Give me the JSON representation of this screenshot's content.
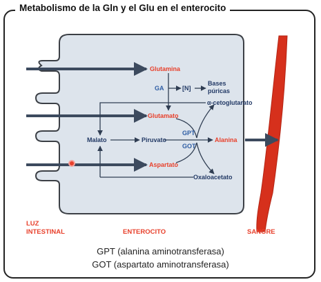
{
  "title": "Metabolismo de la Gln y el Glu en el enterocito",
  "labels": {
    "glutamina": "Glutamina",
    "ga": "GA",
    "n": "[N]",
    "bases_1": "Bases",
    "bases_2": "púricas",
    "cetoglutarato": "α-cetoglutarato",
    "glutamato": "Glutamato",
    "malato": "Malato",
    "piruvato": "Piruvato",
    "gpt": "GPT",
    "got": "GOT",
    "alanina": "Alanina",
    "aspartato": "Aspartato",
    "oxaloacetato": "Oxaloacetato"
  },
  "regions": {
    "luz_1": "LUZ",
    "luz_2": "INTESTINAL",
    "enterocito": "ENTEROCITO",
    "sangre": "SANGRE"
  },
  "footnotes": {
    "gpt": "GPT (alanina aminotransferasa)",
    "got": "GOT (aspartato aminotransferasa)"
  },
  "colors": {
    "cell_fill": "#dde4ec",
    "product_text": "#e8412c",
    "enzyme_text": "#2e5da4",
    "metabolite_text": "#233a66",
    "vessel": "#d6301c"
  }
}
